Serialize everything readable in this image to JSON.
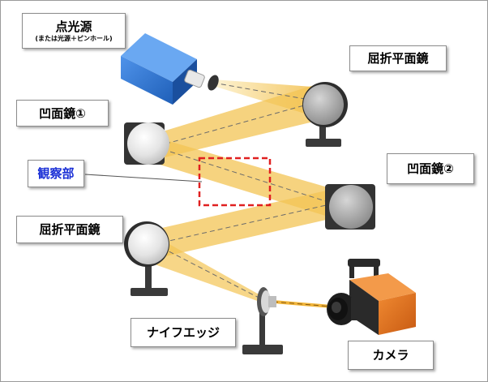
{
  "labels": {
    "point_source": {
      "title": "点光源",
      "subtitle": "(または光源＋ピンホール)"
    },
    "fold_mirror_top": "屈折平面鏡",
    "concave_mirror_1": "凹面鏡①",
    "observation_area": "観察部",
    "concave_mirror_2": "凹面鏡②",
    "fold_mirror_bottom": "屈折平面鏡",
    "knife_edge": "ナイフエッジ",
    "camera": "カメラ"
  },
  "colors": {
    "beam": "#f6cf6a",
    "observation_box": "#e02020",
    "observation_label": "#1a2fd6",
    "light_source_body": "#2f78d8",
    "camera_body": "#e2731f",
    "mount": "#3a3a3a"
  },
  "icons": [
    "light-source-icon",
    "mirror-icon",
    "knife-edge-icon",
    "high-speed-camera-icon"
  ]
}
